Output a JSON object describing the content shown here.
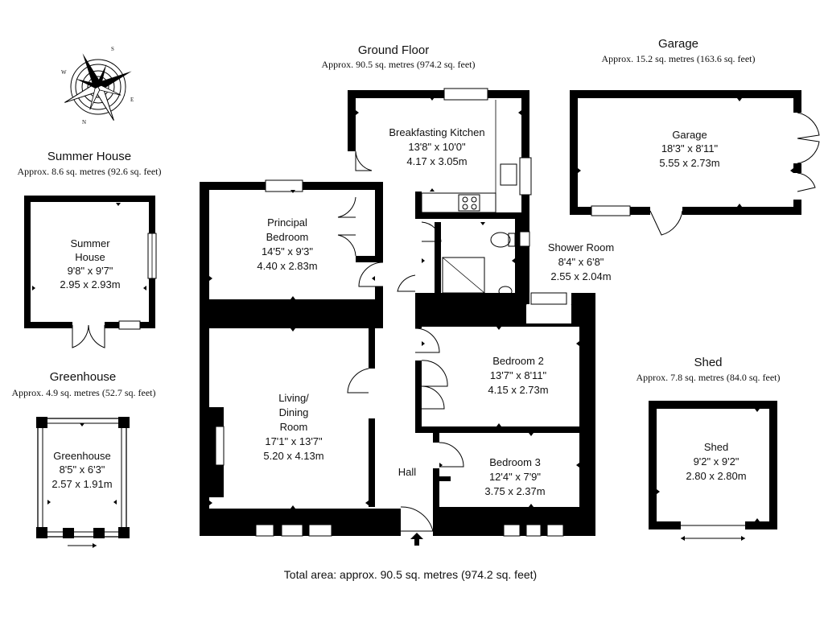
{
  "ground_floor": {
    "title": "Ground Floor",
    "area": "Approx. 90.5 sq. metres (974.2 sq. feet)"
  },
  "garage_building": {
    "title": "Garage",
    "area": "Approx. 15.2 sq. metres (163.6 sq. feet)"
  },
  "summer_house_building": {
    "title": "Summer House",
    "area": "Approx. 8.6 sq. metres (92.6 sq. feet)"
  },
  "greenhouse_building": {
    "title": "Greenhouse",
    "area": "Approx. 4.9 sq. metres (52.7 sq. feet)"
  },
  "shed_building": {
    "title": "Shed",
    "area": "Approx. 7.8 sq. metres (84.0 sq. feet)"
  },
  "rooms": {
    "kitchen": {
      "name": "Breakfasting Kitchen",
      "imperial": "13'8\" x 10'0\"",
      "metric": "4.17 x 3.05m"
    },
    "garage": {
      "name": "Garage",
      "imperial": "18'3\" x 8'11\"",
      "metric": "5.55 x 2.73m"
    },
    "principal_bedroom": {
      "name_line1": "Principal",
      "name_line2": "Bedroom",
      "imperial": "14'5\" x 9'3\"",
      "metric": "4.40 x 2.83m"
    },
    "shower_room": {
      "name": "Shower Room",
      "imperial": "8'4\" x 6'8\"",
      "metric": "2.55 x 2.04m"
    },
    "summer_house": {
      "name_line1": "Summer",
      "name_line2": "House",
      "imperial": "9'8\" x 9'7\"",
      "metric": "2.95 x 2.93m"
    },
    "living_room": {
      "name_line1": "Living/",
      "name_line2": "Dining",
      "name_line3": "Room",
      "imperial": "17'1\" x 13'7\"",
      "metric": "5.20 x 4.13m"
    },
    "bedroom2": {
      "name": "Bedroom 2",
      "imperial": "13'7\" x 8'11\"",
      "metric": "4.15 x 2.73m"
    },
    "bedroom3": {
      "name": "Bedroom 3",
      "imperial": "12'4\" x 7'9\"",
      "metric": "3.75 x 2.37m"
    },
    "hall": {
      "name": "Hall"
    },
    "greenhouse": {
      "name": "Greenhouse",
      "imperial": "8'5\" x 6'3\"",
      "metric": "2.57 x 1.91m"
    },
    "shed": {
      "name": "Shed",
      "imperial": "9'2\" x 9'2\"",
      "metric": "2.80 x 2.80m"
    }
  },
  "total_area": "Total area: approx. 90.5 sq. metres (974.2 sq. feet)",
  "compass": {
    "icon": "compass-rose-icon",
    "n_label": "N",
    "s_label": "S",
    "e_label": "E",
    "w_label": "W"
  }
}
